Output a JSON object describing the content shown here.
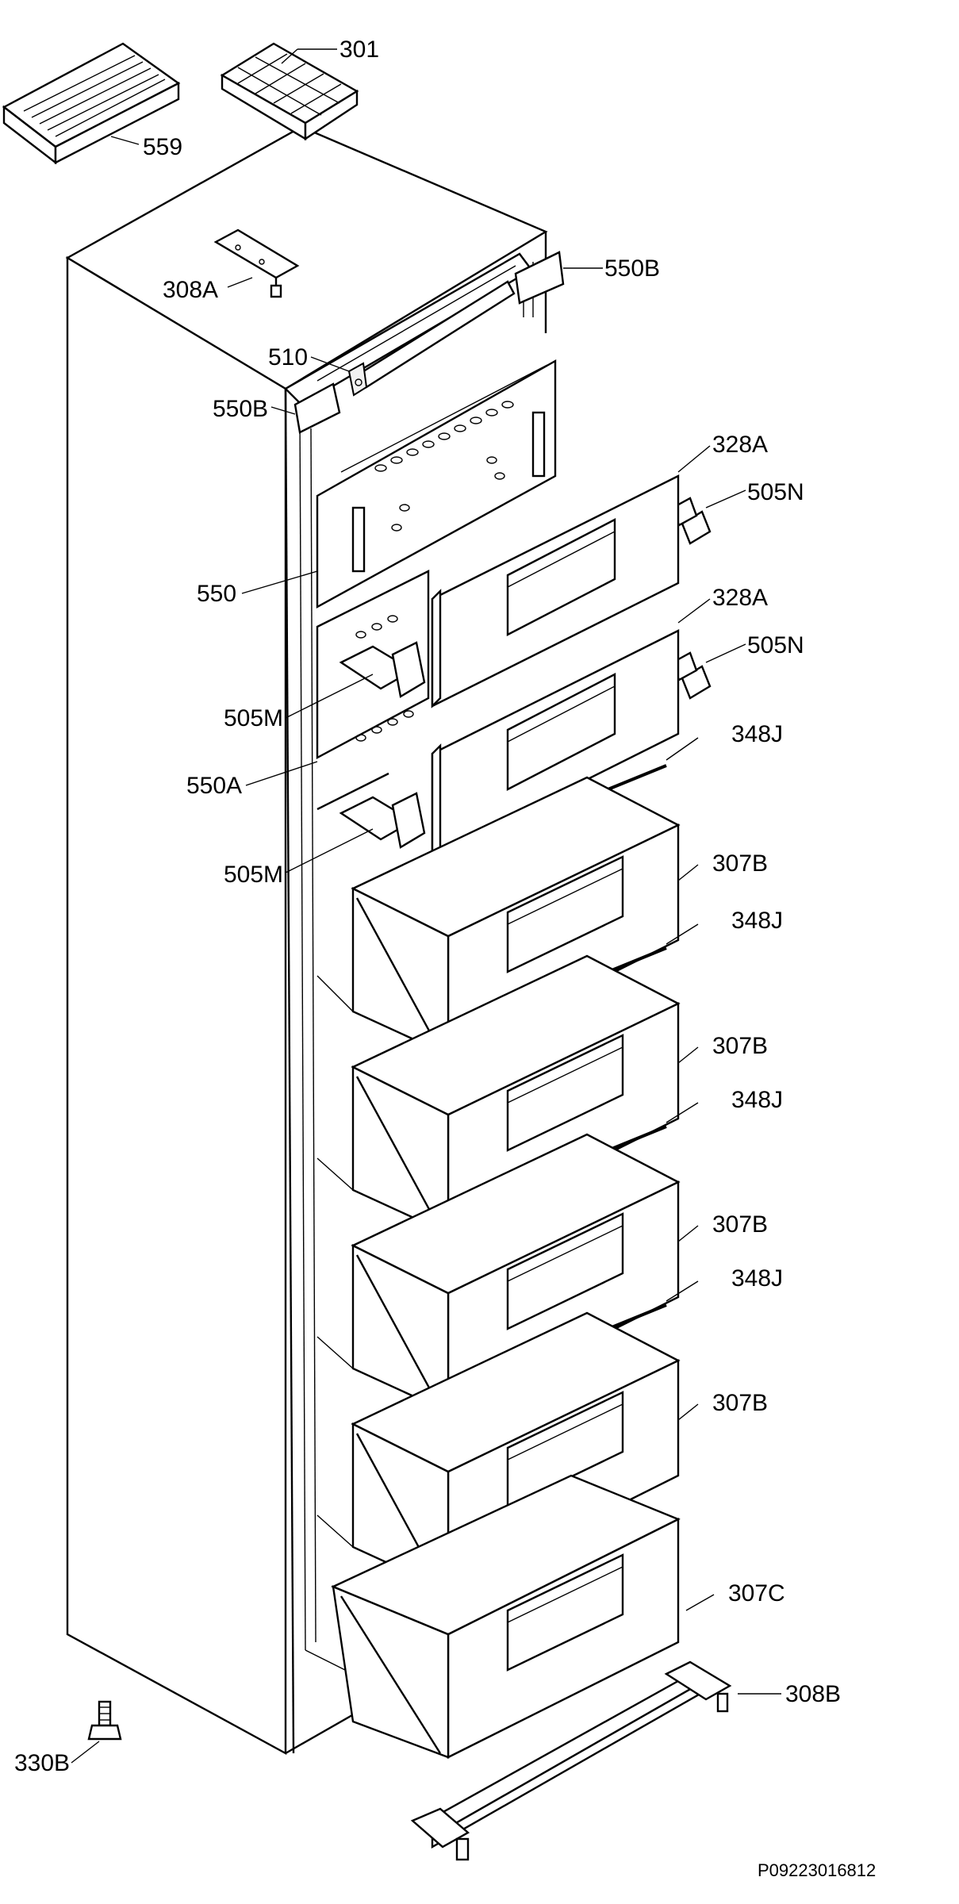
{
  "document_code": "P09223016812",
  "callouts": {
    "c301": "301",
    "c559": "559",
    "c308a": "308A",
    "c550b_top": "550B",
    "c510": "510",
    "c550b_left": "550B",
    "c328a_1": "328A",
    "c505n_1": "505N",
    "c550": "550",
    "c328a_2": "328A",
    "c505n_2": "505N",
    "c505m_1": "505M",
    "c348j_1": "348J",
    "c550a": "550A",
    "c505m_2": "505M",
    "c307b_1": "307B",
    "c348j_2": "348J",
    "c307b_2": "307B",
    "c348j_3": "348J",
    "c307b_3": "307B",
    "c348j_4": "348J",
    "c307b_4": "307B",
    "c307c": "307C",
    "c308b": "308B",
    "c330b": "330B"
  }
}
